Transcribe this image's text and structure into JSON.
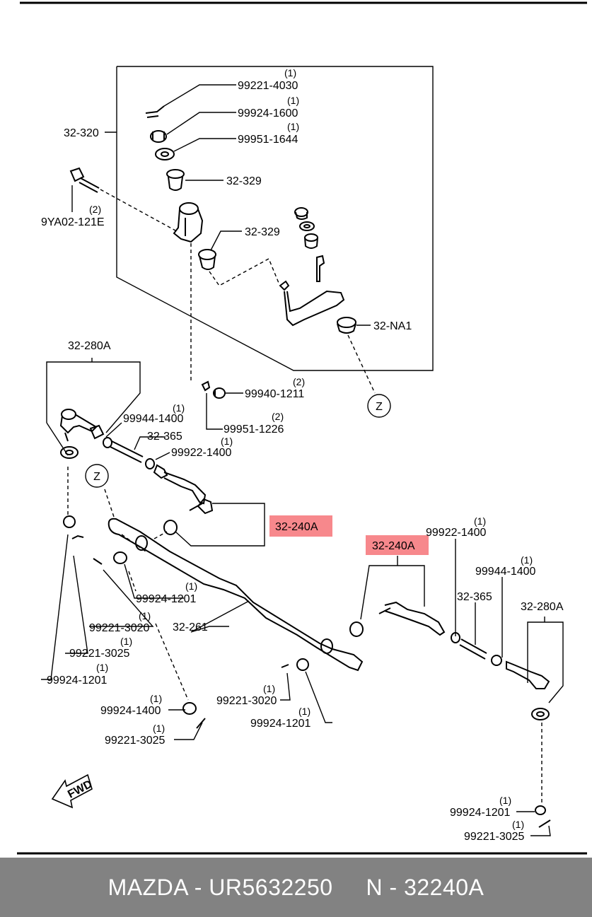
{
  "labels": {
    "p1": {
      "code": "99221-4030",
      "qty": "(1)"
    },
    "p2": {
      "code": "99924-1600",
      "qty": "(1)"
    },
    "p3": {
      "code": "99951-1644",
      "qty": "(1)"
    },
    "p4": {
      "code": "32-329"
    },
    "p5": {
      "code": "9YA02-121E",
      "qty": "(2)"
    },
    "p6": {
      "code": "32-329"
    },
    "p7": {
      "code": "32-320"
    },
    "p8": {
      "code": "32-NA1"
    },
    "p9": {
      "code": "32-280A"
    },
    "p10": {
      "code": "99940-1211",
      "qty": "(2)"
    },
    "p11": {
      "code": "99951-1226",
      "qty": "(2)"
    },
    "p12": {
      "code": "99944-1400",
      "qty": "(1)"
    },
    "p13": {
      "code": "32-365"
    },
    "p14": {
      "code": "99922-1400",
      "qty": "(1)"
    },
    "p15": {
      "code": "32-240A"
    },
    "p16": {
      "code": "32-240A"
    },
    "p17": {
      "code": "99922-1400",
      "qty": "(1)"
    },
    "p18": {
      "code": "99944-1400",
      "qty": "(1)"
    },
    "p19": {
      "code": "32-365"
    },
    "p20": {
      "code": "32-280A"
    },
    "p21": {
      "code": "99924-1201",
      "qty": "(1)"
    },
    "p22": {
      "code": "99221-3020",
      "qty": "(1)"
    },
    "p23": {
      "code": "32-261"
    },
    "p24": {
      "code": "99221-3025",
      "qty": "(1)"
    },
    "p25": {
      "code": "99924-1201",
      "qty": "(1)"
    },
    "p26": {
      "code": "99221-3020",
      "qty": "(1)"
    },
    "p27": {
      "code": "99924-1400",
      "qty": "(1)"
    },
    "p28": {
      "code": "99924-1201",
      "qty": "(1)"
    },
    "p29": {
      "code": "99221-3025",
      "qty": "(1)"
    },
    "p30": {
      "code": "99924-1201",
      "qty": "(1)"
    },
    "p31": {
      "code": "99221-3025",
      "qty": "(1)"
    }
  },
  "markers": {
    "z_top": "Z",
    "z_left": "Z",
    "fwd": "FWD"
  },
  "highlight_color": "#f7888c",
  "footer": {
    "text": "MAZDA - UR5632250     N - 32240A",
    "background": "#828282"
  }
}
